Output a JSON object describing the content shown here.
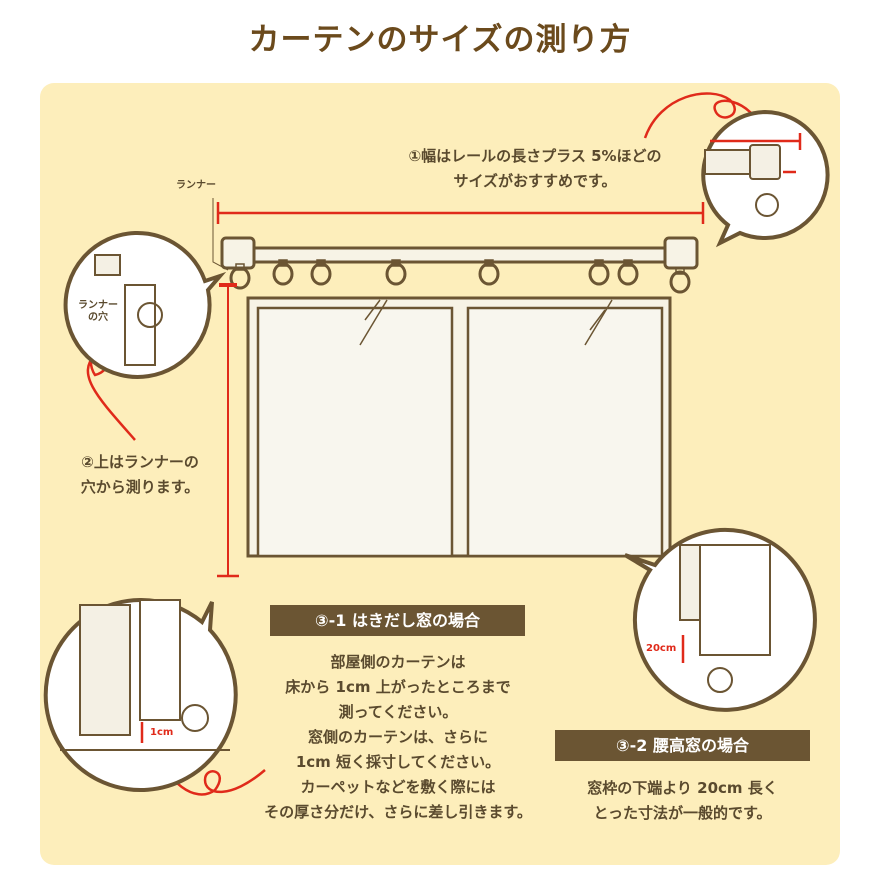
{
  "title": "カーテンのサイズの測り方",
  "colors": {
    "panel": "#fdeebb",
    "text": "#5a4a2e",
    "accent_red": "#e02a1a",
    "label_bar": "#6b5533"
  },
  "labels": {
    "runner": "ランナー",
    "runner_hole": [
      "ランナー",
      "の穴"
    ],
    "height_20cm": "20cm",
    "height_1cm": "1cm"
  },
  "step1": {
    "lines": [
      "①幅はレールの長さプラス 5%ほどの",
      "サイズがおすすめです。"
    ]
  },
  "step2": {
    "lines": [
      "②上はランナーの",
      "穴から測ります。"
    ]
  },
  "step3_1": {
    "heading": "③-1 はきだし窓の場合",
    "lines": [
      "部屋側のカーテンは",
      "床から 1cm 上がったところまで",
      "測ってください。",
      "窓側のカーテンは、さらに",
      "1cm 短く採寸してください。",
      "カーペットなどを敷く際には",
      "その厚さ分だけ、さらに差し引きます。"
    ]
  },
  "step3_2": {
    "heading": "③-2 腰高窓の場合",
    "lines": [
      "窓枠の下端より 20cm 長く",
      "とった寸法が一般的です。"
    ]
  }
}
